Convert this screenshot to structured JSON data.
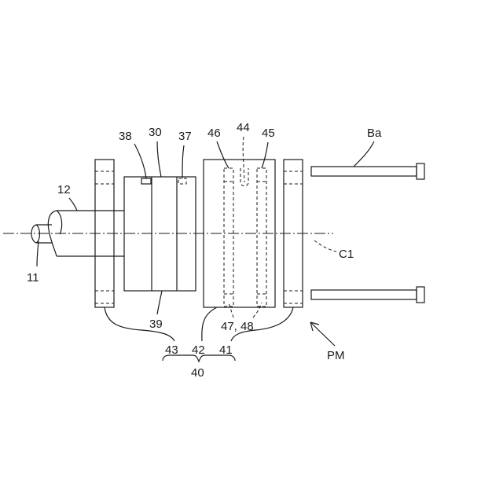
{
  "labels": {
    "l11": "11",
    "l12": "12",
    "l30": "30",
    "l37": "37",
    "l38": "38",
    "l39": "39",
    "l40": "40",
    "l41": "41",
    "l42": "42",
    "l43": "43",
    "l44": "44",
    "l45": "45",
    "l46": "46",
    "l4748": "47, 48",
    "lBa": "Ba",
    "lC1": "C1",
    "lPM": "PM"
  }
}
